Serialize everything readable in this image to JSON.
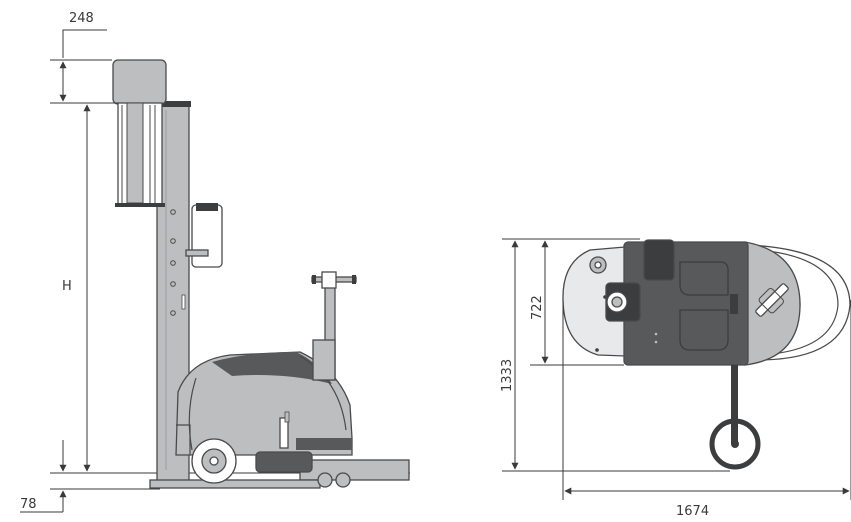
{
  "dimensions": {
    "top_offset": "248",
    "height": "H",
    "bottom_offset": "78",
    "depth": "722",
    "width": "1333",
    "length": "1674"
  },
  "colors": {
    "body_light": "#bcbec0",
    "body_mid": "#9a9c9f",
    "body_dark": "#58595b",
    "body_darkest": "#3c3d3f",
    "white": "#ffffff"
  }
}
